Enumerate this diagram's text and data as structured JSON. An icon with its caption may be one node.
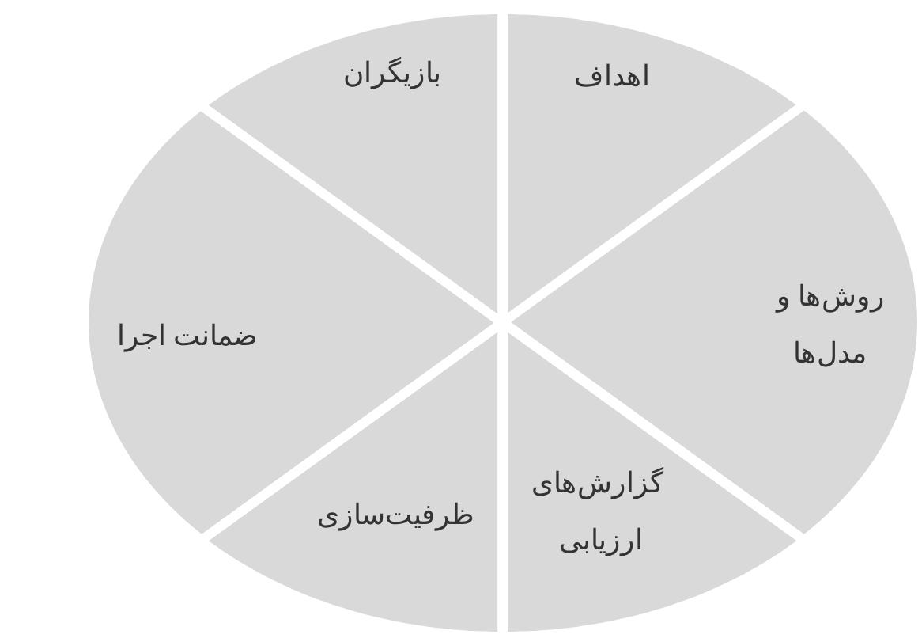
{
  "diagram": {
    "nodes": [
      {
        "text": [
          "اهداف"
        ]
      },
      {
        "text": [
          "روش‌ها و مدل‌ها"
        ]
      },
      {
        "text": [
          "گزارش‌های ارزیابی"
        ]
      },
      {
        "text": [
          "ظرفیت‌سازی"
        ]
      },
      {
        "text": [
          "ضمانت اجرا"
        ]
      },
      {
        "text": [
          "بازیگران"
        ]
      }
    ]
  }
}
